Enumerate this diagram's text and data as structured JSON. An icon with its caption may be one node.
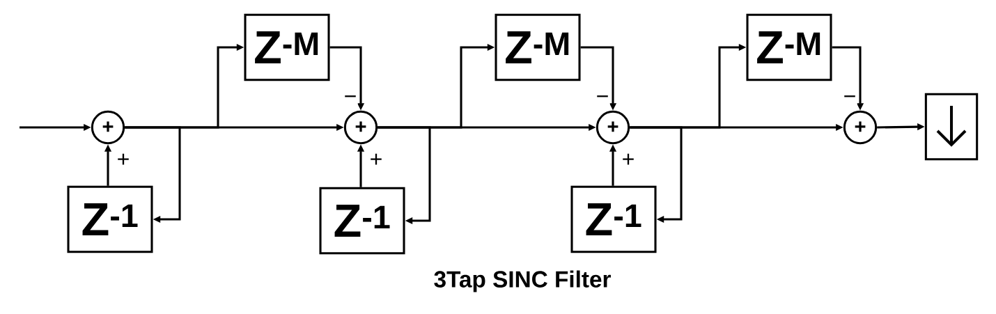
{
  "diagram": {
    "caption": "3Tap SINC Filter",
    "nodes": [
      {
        "text": [
          "Z$^{-M}$"
        ]
      },
      {
        "text": [
          "Z$^{-M}$"
        ]
      },
      {
        "text": [
          "Z$^{-M}$"
        ]
      },
      {
        "text": [
          "+"
        ]
      },
      {
        "text": [
          "+"
        ]
      },
      {
        "text": [
          "+"
        ]
      },
      {
        "text": [
          "+"
        ]
      },
      {
        "text": [],
        "shape": "box"
      },
      {
        "text": [
          "Z$^{-1}$"
        ]
      },
      {
        "text": [
          "Z$^{-1}$"
        ]
      },
      {
        "text": [
          "Z$^{-1}$"
        ]
      }
    ],
    "edges": [
      {
        "from": null,
        "to": 3,
        "arrow": "to"
      },
      {
        "from": 3,
        "to": 4,
        "arrow": "to"
      },
      {
        "from": 3,
        "to": 0,
        "arrow": "to"
      },
      {
        "from": 3,
        "to": 8,
        "arrow": "to"
      },
      {
        "from": 8,
        "to": 3,
        "arrow": "to",
        "label": "+"
      },
      {
        "from": 0,
        "to": 4,
        "arrow": "to",
        "label": "−"
      },
      {
        "from": 4,
        "to": 5,
        "arrow": "to"
      },
      {
        "from": 4,
        "to": 1,
        "arrow": "to"
      },
      {
        "from": 4,
        "to": 9,
        "arrow": "to"
      },
      {
        "from": 9,
        "to": 4,
        "arrow": "to",
        "label": "+"
      },
      {
        "from": 1,
        "to": 5,
        "arrow": "to",
        "label": "−"
      },
      {
        "from": 5,
        "to": 6,
        "arrow": "to"
      },
      {
        "from": 5,
        "to": 2,
        "arrow": "to"
      },
      {
        "from": 5,
        "to": 10,
        "arrow": "to"
      },
      {
        "from": 10,
        "to": 5,
        "arrow": "to",
        "label": "+"
      },
      {
        "from": 2,
        "to": 6,
        "arrow": "to",
        "label": "−"
      },
      {
        "from": 6,
        "to": 7,
        "arrow": "to"
      }
    ]
  }
}
